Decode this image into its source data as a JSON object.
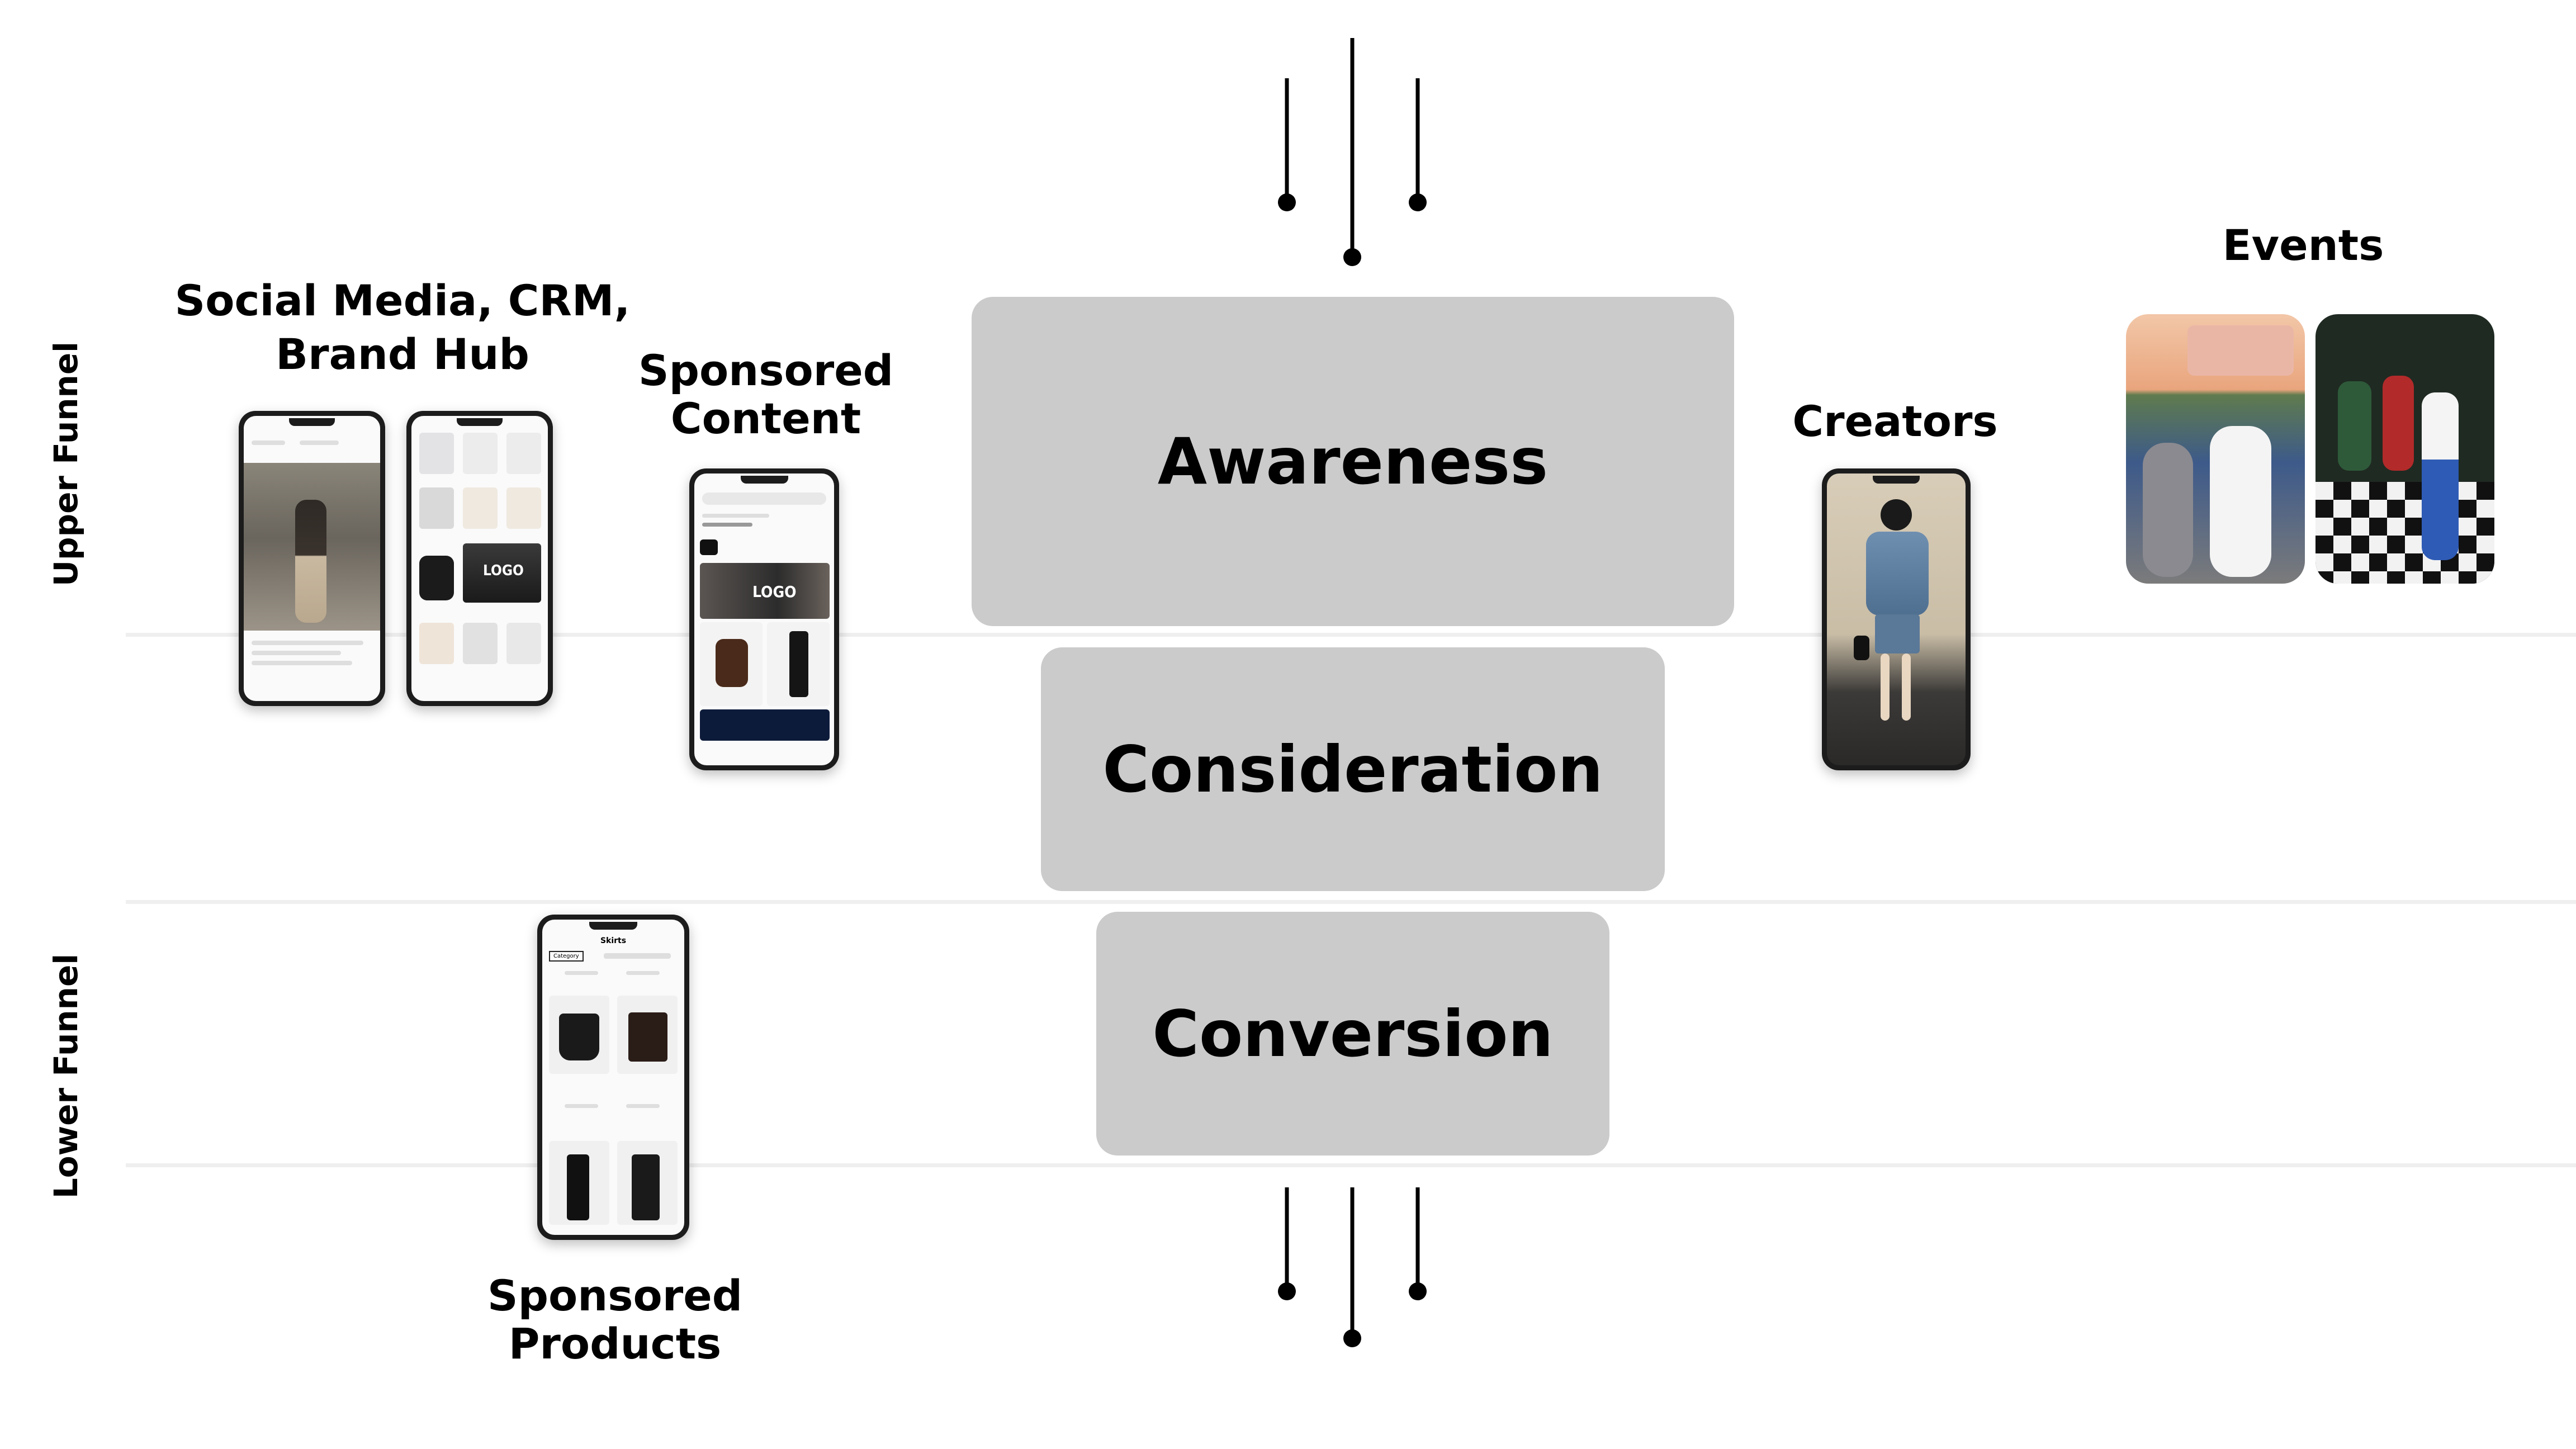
{
  "rows": {
    "upper_label": "Upper Funnel",
    "lower_label": "Lower Funnel"
  },
  "stages": [
    {
      "label": "Awareness"
    },
    {
      "label": "Consideration"
    },
    {
      "label": "Conversion"
    }
  ],
  "channels": {
    "social": "Social Media, CRM,\nBrand Hub",
    "sponsored_content": "Sponsored\nContent",
    "creators": "Creators",
    "events": "Events",
    "sponsored_products": "Sponsored\nProducts"
  },
  "screens": {
    "logo_text": "LOGO",
    "skirts_title": "Skirts",
    "category_chip": "Category"
  },
  "colors": {
    "stage_fill": "#cbcbcb",
    "divider": "#efefef",
    "ink": "#000000"
  }
}
